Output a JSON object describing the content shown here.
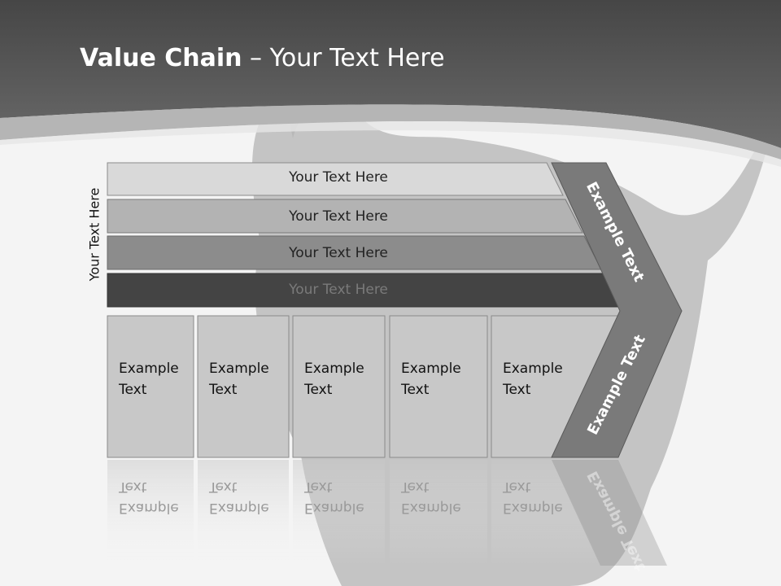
{
  "slide": {
    "title_bold": "Value Chain",
    "title_rest": " – Your Text Here",
    "side_label": "Your Text Here"
  },
  "rows": [
    {
      "label": "Your Text Here",
      "fill": "#d9d9d9",
      "text_color": "#222222"
    },
    {
      "label": "Your Text Here",
      "fill": "#b3b3b3",
      "text_color": "#222222"
    },
    {
      "label": "Your Text Here",
      "fill": "#8c8c8c",
      "text_color": "#222222"
    },
    {
      "label": "Your Text Here",
      "fill": "#444444",
      "text_color": "#7a7a7a"
    }
  ],
  "columns": [
    {
      "line1": "Example",
      "line2": "Text"
    },
    {
      "line1": "Example",
      "line2": "Text"
    },
    {
      "line1": "Example",
      "line2": "Text"
    },
    {
      "line1": "Example",
      "line2": "Text"
    },
    {
      "line1": "Example",
      "line2": "Text"
    }
  ],
  "chevron": {
    "upper_text": "Example Text",
    "lower_text": "Example Text",
    "fill": "#7a7a7a"
  }
}
